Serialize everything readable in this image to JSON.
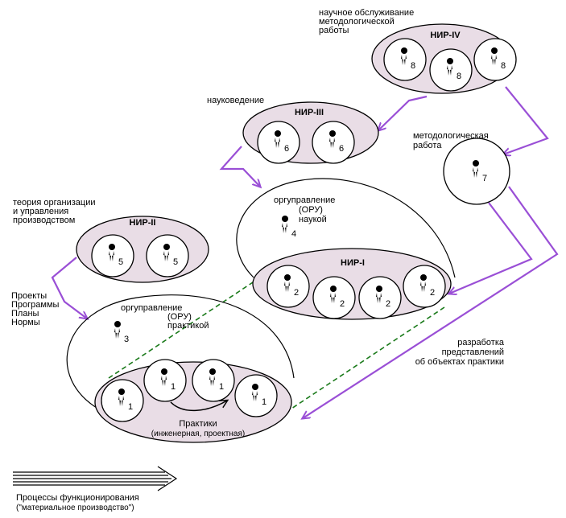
{
  "labels": {
    "method_service": [
      "научное обслуживание",
      "методологической",
      "работы"
    ],
    "science_study": "науковедение",
    "method_work": [
      "методологическая",
      "работа"
    ],
    "org_theory": [
      "теория организации",
      "и управления",
      "производством"
    ],
    "oru_science": [
      "оргуправление",
      "(ОРУ)",
      "наукой"
    ],
    "projects": [
      "Проекты",
      "Программы",
      "Планы",
      "Нормы"
    ],
    "oru_practice": [
      "оргуправление",
      "(ОРУ)",
      "практикой"
    ],
    "object_ideas": [
      "разработка",
      "представлений",
      "об объектах практики"
    ],
    "practice": [
      "Практики",
      "(инженерная, проектная)"
    ],
    "processes": [
      "Процессы функционирования",
      "(\"материальное производство\")"
    ]
  },
  "groups": {
    "nir4": "НИР-IV",
    "nir3": "НИР-III",
    "nir2": "НИР-II",
    "nir1": "НИР-I"
  },
  "figures": {
    "nir4": [
      "8",
      "8",
      "8"
    ],
    "nir3": [
      "6",
      "6"
    ],
    "nir2": [
      "5",
      "5"
    ],
    "nir1": [
      "2",
      "2",
      "2",
      "2"
    ],
    "method": "7",
    "oru_science": "4",
    "oru_practice": "3",
    "practice": [
      "1",
      "1",
      "1",
      "1"
    ]
  }
}
